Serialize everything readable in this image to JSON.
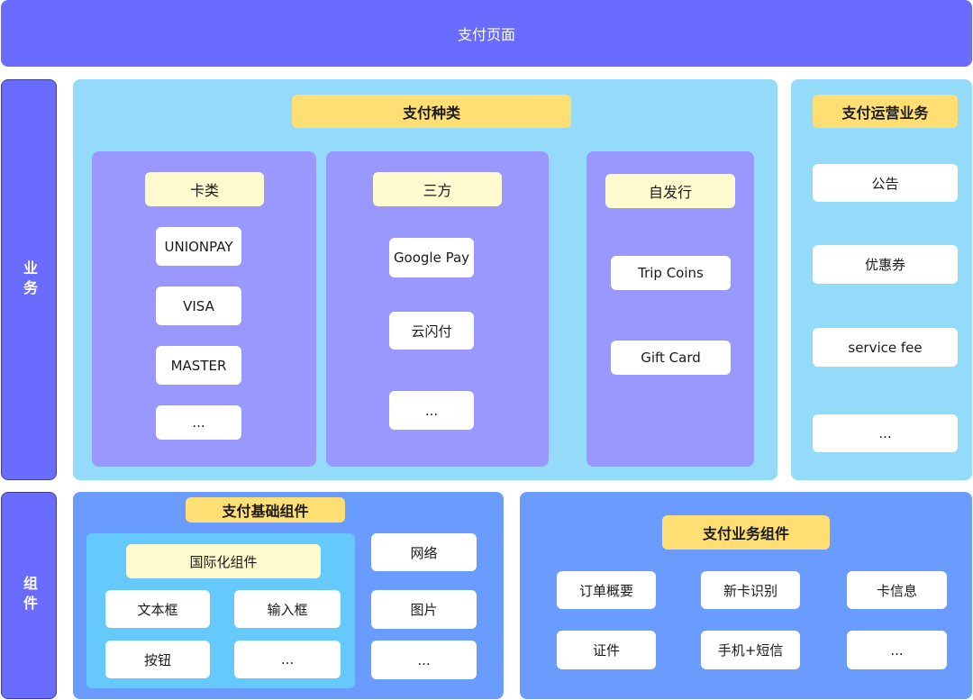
{
  "header": {
    "title": "支付页面"
  },
  "sides": {
    "business": "业务",
    "components": "组件"
  },
  "payment_types": {
    "title": "支付种类",
    "cards": {
      "title": "卡类",
      "items": [
        "UNIONPAY",
        "VISA",
        "MASTER",
        "..."
      ]
    },
    "third_party": {
      "title": "三方",
      "items": [
        "Google Pay",
        "云闪付",
        "..."
      ]
    },
    "self_issued": {
      "title": "自发行",
      "items": [
        "Trip Coins",
        "Gift Card"
      ]
    }
  },
  "operations": {
    "title": "支付运营业务",
    "items": [
      "公告",
      "优惠券",
      "service fee",
      "..."
    ]
  },
  "base_components": {
    "title": "支付基础组件",
    "i18n": {
      "title": "国际化组件",
      "items": [
        "文本框",
        "输入框",
        "按钮",
        "..."
      ]
    },
    "side_items": [
      "网络",
      "图片",
      "..."
    ]
  },
  "business_components": {
    "title": "支付业务组件",
    "items": [
      "订单概要",
      "新卡识别",
      "卡信息",
      "证件",
      "手机+短信",
      "..."
    ]
  }
}
